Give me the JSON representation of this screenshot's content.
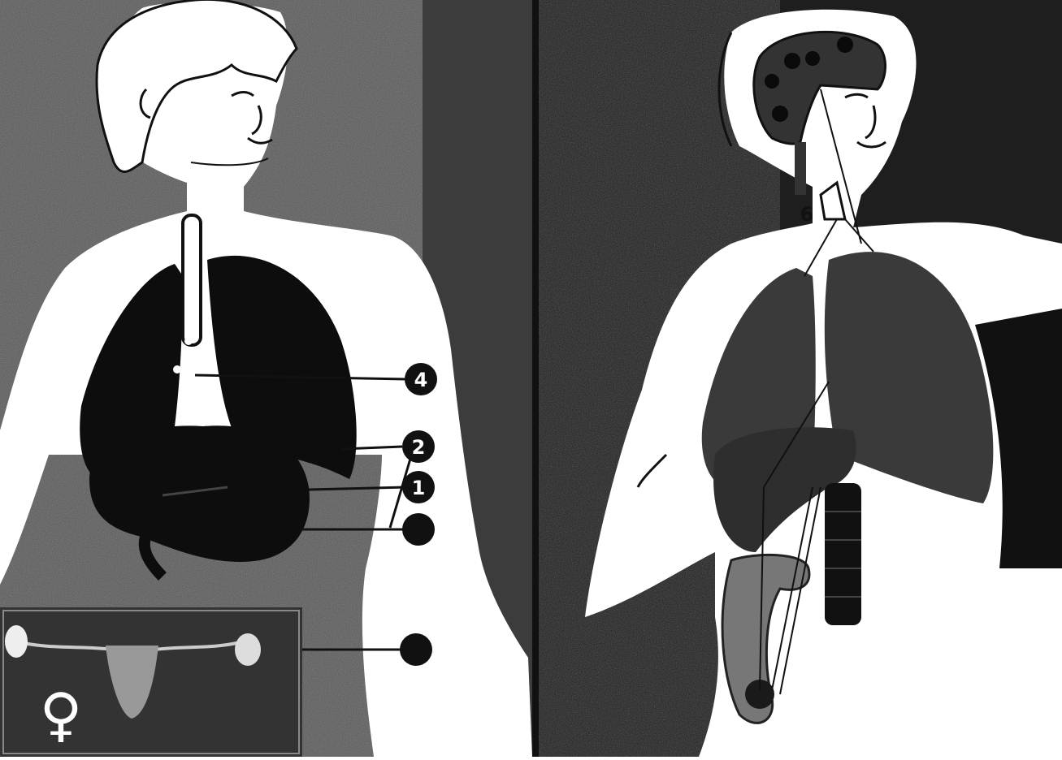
{
  "figure": {
    "left_panel": {
      "callouts": [
        {
          "id": "callout-4",
          "label": "4"
        },
        {
          "id": "callout-2",
          "label": "2"
        },
        {
          "id": "callout-1",
          "label": "1"
        },
        {
          "id": "callout-3",
          "label": ""
        },
        {
          "id": "callout-5",
          "label": ""
        }
      ],
      "inset": {
        "symbol": "♀",
        "symbol_name": "female-symbol-icon"
      }
    },
    "right_panel": {
      "callouts": [
        {
          "id": "callout-6",
          "label": "6"
        }
      ]
    },
    "colors": {
      "background_dark": "#2a2a2a",
      "background_mid": "#555555",
      "organ_dark": "#0d0d0d",
      "organ_mid": "#3a3a3a",
      "body": "#ffffff",
      "inset_bg": "#333333"
    }
  }
}
